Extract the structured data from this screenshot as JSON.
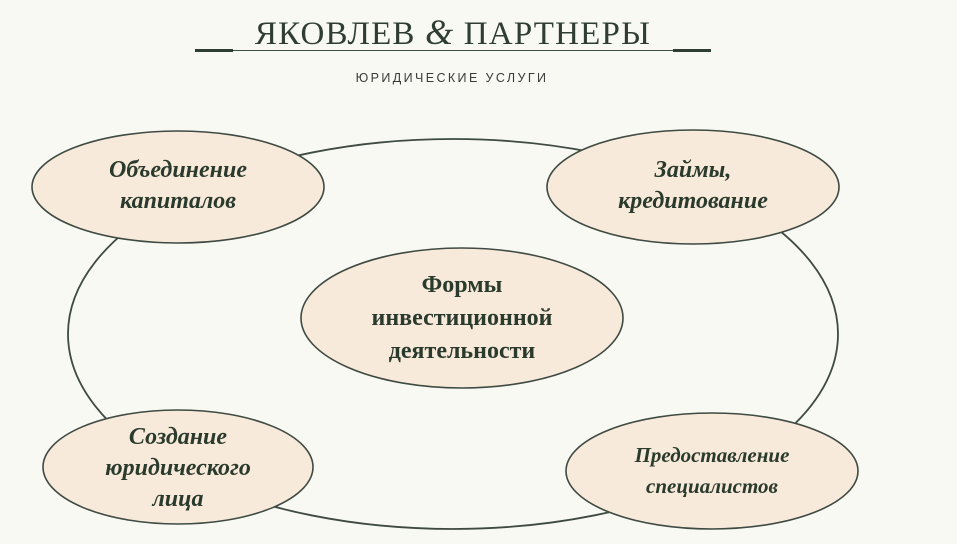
{
  "header": {
    "brand_part1": "ЯКОВЛЕВ",
    "brand_amp": "&",
    "brand_part2": "ПАРТНЕРЫ",
    "subtitle": "ЮРИДИЧЕСКИЕ УСЛУГИ"
  },
  "colors": {
    "background": "#f8f9f2",
    "node_fill": "#f8eadb",
    "stroke": "#3e4a42",
    "text": "#2a3a2c"
  },
  "diagram": {
    "center": {
      "lines": [
        "Формы",
        "инвестиционной",
        "деятельности"
      ]
    },
    "nodes": [
      {
        "position": "top-left",
        "lines": [
          "Объединение",
          "капиталов"
        ]
      },
      {
        "position": "top-right",
        "lines": [
          "Займы,",
          "кредитование"
        ]
      },
      {
        "position": "bottom-left",
        "lines": [
          "Создание",
          "юридического",
          "лица"
        ]
      },
      {
        "position": "bottom-right",
        "lines": [
          "Предоставление",
          "специалистов"
        ]
      }
    ]
  }
}
